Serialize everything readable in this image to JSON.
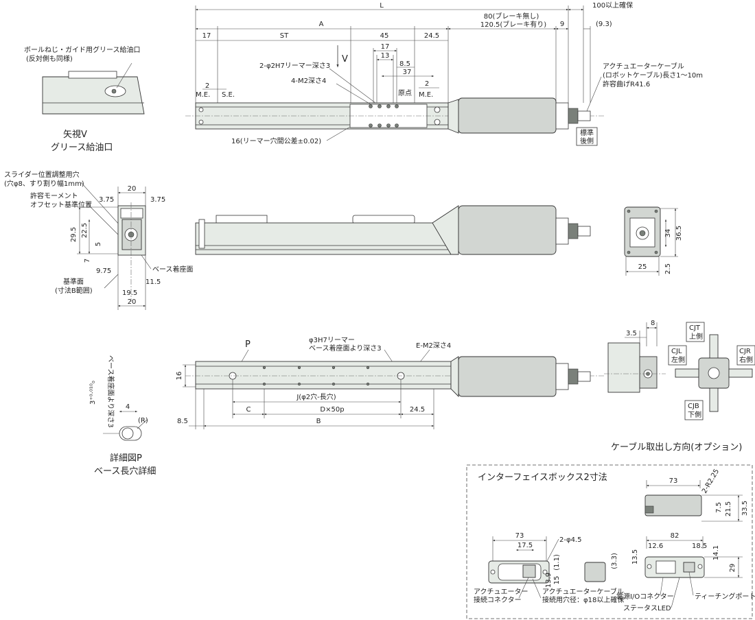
{
  "top_view": {
    "dims": {
      "L": "L",
      "A": "A",
      "ST": "ST",
      "d17": "17",
      "d45": "45",
      "d24_5": "24.5",
      "d9": "9",
      "d9_3": "(9.3)",
      "d100": "100以上確保",
      "brake_none": "80(ブレーキ無し)",
      "brake_with": "120.5(ブレーキ有り)",
      "d17b": "17",
      "d13": "13",
      "d8_5": "8.5",
      "d37": "37",
      "d2a": "2",
      "d2b": "2"
    },
    "labels": {
      "me1": "M.E.",
      "se": "S.E.",
      "genten": "原点",
      "me2": "M.E.",
      "v_arrow": "V",
      "reamer": "2-φ2H7リーマー深さ3",
      "m2": "4-M2深さ4",
      "reamer_tol": "16(リーマー穴間公差±0.02)",
      "cable1": "アクチュエーターケーブル",
      "cable2": "(ロボットケーブル)長さ1～10m",
      "cable3": "許容曲げR41.6",
      "std1": "標準",
      "std2": "後側"
    }
  },
  "view_v": {
    "note1": "ボールねじ・ガイド用グリース給油口",
    "note2": "(反対側も同様)",
    "title1": "矢視V",
    "title2": "グリース給油口"
  },
  "end_view": {
    "slider_adj1": "スライダー位置調整用穴",
    "slider_adj2": "(穴φ8、すり割り幅1mm)",
    "moment1": "許容モーメント",
    "moment2": "オフセット基準位置",
    "base_seat": "ベース着座面",
    "ref1": "基準面",
    "ref2": "(寸法B範囲)",
    "d20top": "20",
    "d3_75a": "3.75",
    "d3_75b": "3.75",
    "d29_5": "29.5",
    "d22_5": "22.5",
    "d5": "5",
    "d7": "7",
    "d9_75": "9.75",
    "d11_5": "11.5",
    "d19_5": "19.5",
    "d20bot": "20"
  },
  "motor_end": {
    "d34": "34",
    "d36_5": "36.5",
    "d25": "25",
    "d2_5": "2.5"
  },
  "bottom_view": {
    "p_label": "P",
    "reamer1": "φ3H7リーマー",
    "reamer2": "ベース着座面より深さ3",
    "em2": "E-M2深さ4",
    "d16": "16",
    "J": "J(φ2穴-長穴)",
    "C": "C",
    "D": "D×50p",
    "d24_5": "24.5",
    "d8_5": "8.5",
    "B": "B"
  },
  "detail_p": {
    "depth": "ベース着座面より深さ3",
    "tol": "3⁺⁰·⁰¹⁰₀",
    "d4": "4",
    "R": "(R)",
    "title1": "詳細図P",
    "title2": "ベース長穴詳細"
  },
  "cable_dir": {
    "d3_5": "3.5",
    "d8": "8",
    "cjt1": "CJT",
    "cjt2": "上側",
    "cjl1": "CJL",
    "cjl2": "左側",
    "cjr1": "CJR",
    "cjr2": "右側",
    "cjb1": "CJB",
    "cjb2": "下側",
    "title": "ケーブル取出し方向(オプション)"
  },
  "ifbox": {
    "title": "インターフェイスボックス2寸法",
    "d73a": "73",
    "r2": "2-R2.25",
    "d7_5": "7.5",
    "d21_5": "21.5",
    "d33_5": "33.5",
    "d73b": "73",
    "d17_5": "17.5",
    "hole": "2-φ4.5",
    "d1_1": "(1.1)",
    "d15": "15",
    "d13_9": "13.9",
    "d3_3": "(3.3)",
    "d82": "82",
    "d12_6": "12.6",
    "d18_5": "18.5",
    "d13_5": "13.5",
    "d14_1": "14.1",
    "d29": "29",
    "act_conn1": "アクチュエーター",
    "act_conn2": "接続コネクター",
    "act_cable1": "アクチュエーターケーブル",
    "act_cable2": "接続用穴径：φ18以上確保",
    "power": "電源I/Oコネクター",
    "led": "ステータスLED",
    "teach": "ティーチングポート"
  }
}
